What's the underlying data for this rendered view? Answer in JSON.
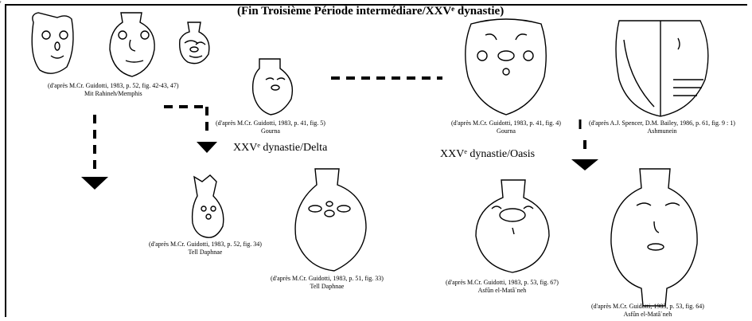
{
  "header": {
    "corner_mark": "'",
    "title": "(Fin Troisième Période intermédiare/XXVᵉ dynastie)"
  },
  "sections": {
    "delta": "XXVᵉ dynastie/Delta",
    "oasis": "XXVᵉ dynastie/Oasis"
  },
  "captions": {
    "memphis": [
      "(d'après M.Cr. Guidotti, 1983, p. 52, fig. 42-43, 47)",
      "Mit Rahineh/Memphis"
    ],
    "gourna_small": [
      "(d'après M.Cr. Guidotti, 1983, p. 41, fig. 5)",
      "Gourna"
    ],
    "gourna_large": [
      "(d'après M.Cr. Guidotti, 1983, p. 41, fig. 4)",
      "Gourna"
    ],
    "ashmunein": [
      "(d'après A.J. Spencer, D.M. Bailey, 1986, p. 61, fig. 9 : 1)",
      "Ashmunein"
    ],
    "daphnae_small": [
      "(d'après M.Cr. Guidotti, 1983, p. 52, fig. 34)",
      "Tell Daphnae"
    ],
    "daphnae_large": [
      "(d'après M.Cr. Guidotti, 1983, p. 51, fig. 33)",
      "Tell Daphnae"
    ],
    "asfun_left": [
      "(d'après M.Cr. Guidotti, 1983, p. 53, fig. 67)",
      "Asfûn el-Matâ`neh"
    ],
    "asfun_right": [
      "(d'après M.Cr. Guidotti, 1983, p. 53, fig. 64)",
      "Asfûn el-Matâ`neh"
    ]
  }
}
